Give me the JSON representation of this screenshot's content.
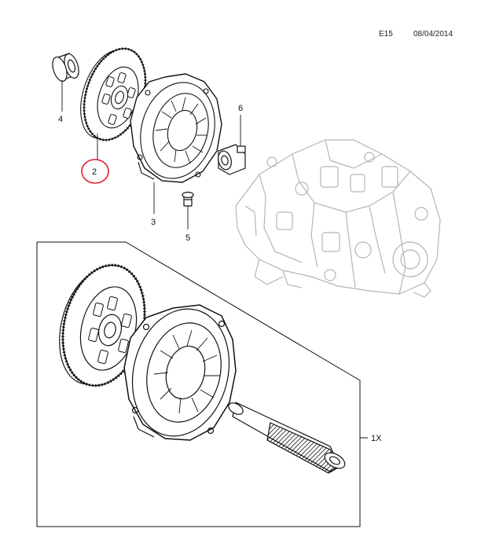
{
  "header": {
    "code": "E15",
    "date": "08/04/2014"
  },
  "callouts": {
    "part_4": "4",
    "part_2": "2",
    "part_3": "3",
    "part_6": "6",
    "part_5": "5",
    "kit_qty": "1X"
  },
  "highlight": {
    "callout": "2",
    "color": "#e0202a"
  },
  "colors": {
    "line": "#111111",
    "ghost": "#b5b5b5"
  }
}
